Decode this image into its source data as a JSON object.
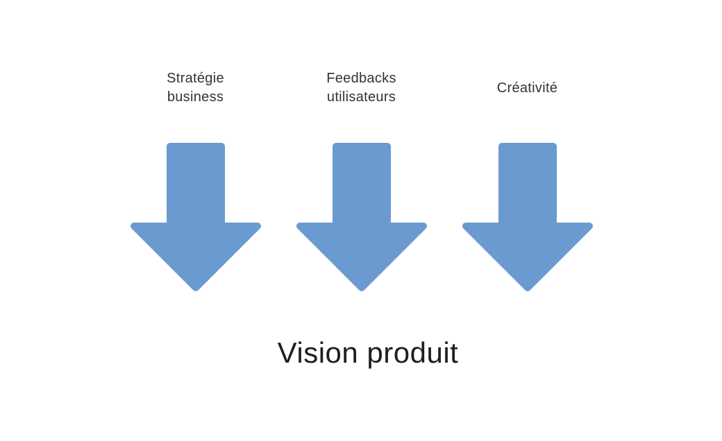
{
  "diagram": {
    "background_color": "#ffffff",
    "arrow_color": "#6A9AD0",
    "label_text_color": "#333333",
    "title_text_color": "#1e1e1e",
    "inputs": [
      {
        "label": "Stratégie\nbusiness"
      },
      {
        "label": "Feedbacks\nutilisateurs"
      },
      {
        "label": "Créativité"
      }
    ],
    "output": {
      "label": "Vision produit"
    }
  }
}
